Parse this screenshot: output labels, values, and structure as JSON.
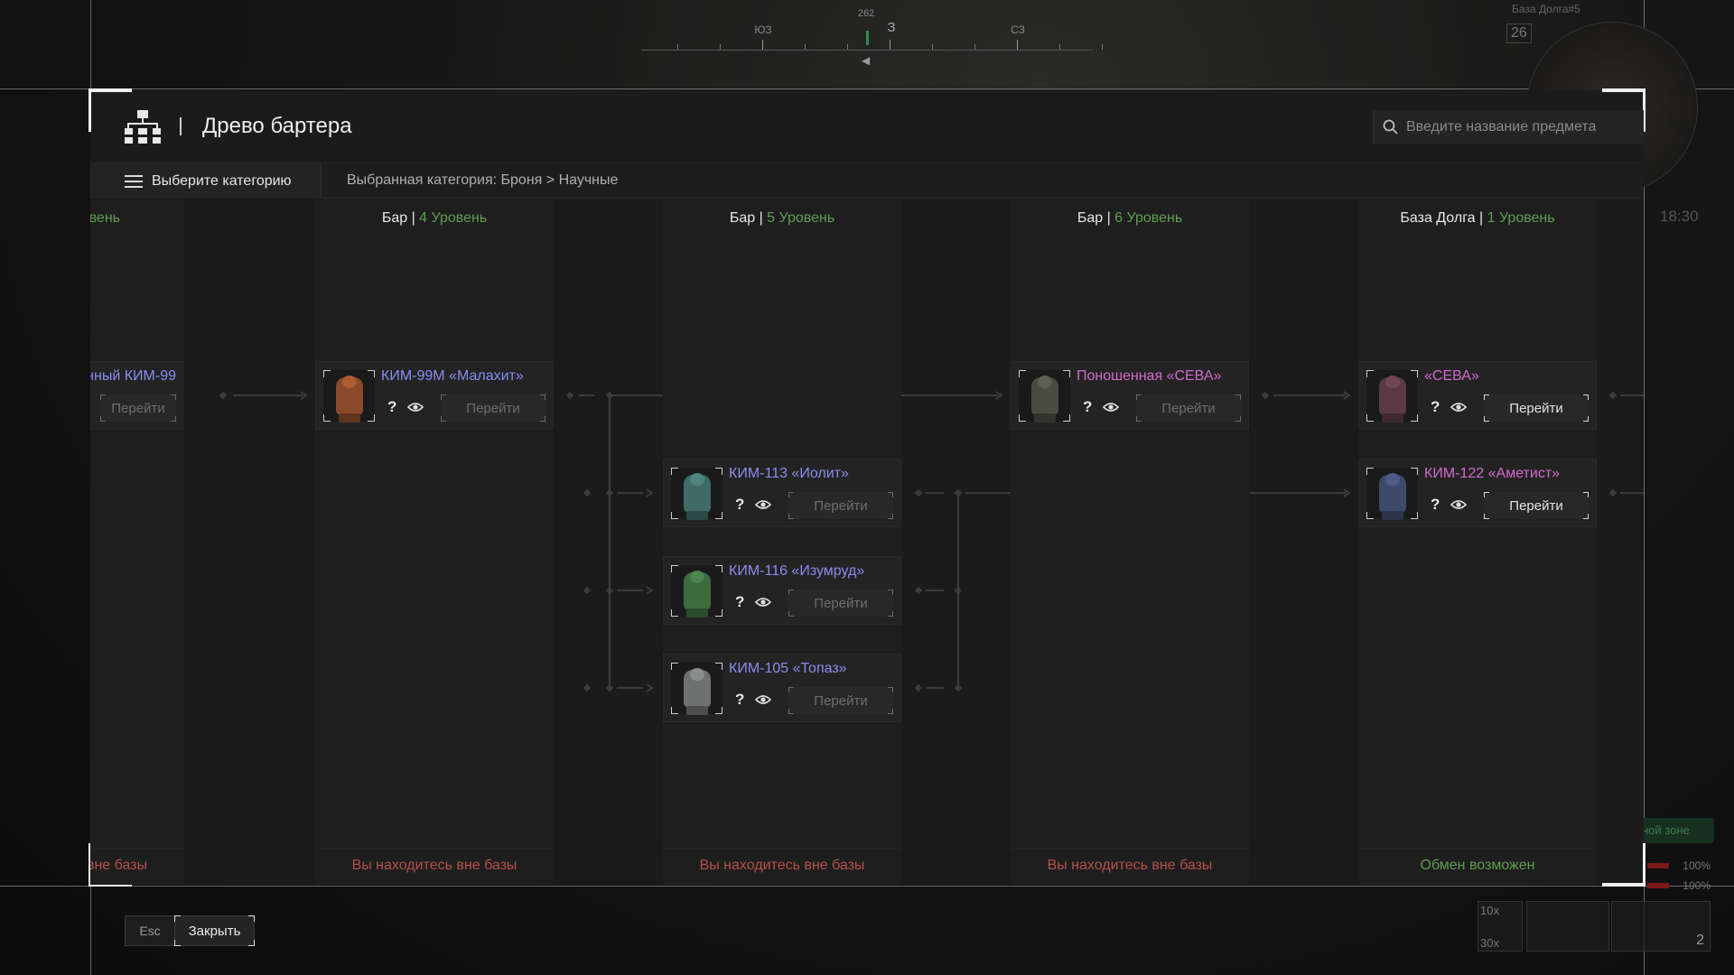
{
  "compass": {
    "heading": "262",
    "labels": [
      "ЮЗ",
      "З",
      "СЗ"
    ]
  },
  "hud": {
    "location": "База Долга#5",
    "counter": "26",
    "time": "18:30",
    "zone_text": "ной зоне",
    "bar1": "100%",
    "bar2": "100%",
    "slot1_top": "10x",
    "slot1_bottom": "30x",
    "slot3": "2"
  },
  "header": {
    "title": "Древо бартера",
    "search_placeholder": "Введите название предмета"
  },
  "category": {
    "button_label": "Выберите категорию",
    "path": "Выбранная категория: Броня > Научные"
  },
  "columns": [
    {
      "location": "",
      "level": "Уровень",
      "footer": "ь вне базы",
      "footer_ok": false
    },
    {
      "location": "Бар",
      "level": "4 Уровень",
      "footer": "Вы находитесь вне базы",
      "footer_ok": false
    },
    {
      "location": "Бар",
      "level": "5 Уровень",
      "footer": "Вы находитесь вне базы",
      "footer_ok": false
    },
    {
      "location": "Бар",
      "level": "6 Уровень",
      "footer": "Вы находитесь вне базы",
      "footer_ok": false
    },
    {
      "location": "База Долга",
      "level": "1 Уровень",
      "footer": "Обмен возможен",
      "footer_ok": true
    }
  ],
  "items": [
    {
      "col": 0,
      "row": 0,
      "name": "нный КИМ-99...",
      "color": "blue",
      "suit_color": "#5a5a5a",
      "go_label": "Перейти",
      "go_active": false,
      "show_icons": false
    },
    {
      "col": 1,
      "row": 0,
      "name": "КИМ-99М «Малахит»",
      "color": "blue",
      "suit_color": "#8a4a2a",
      "go_label": "Перейти",
      "go_active": false,
      "show_icons": true
    },
    {
      "col": 2,
      "row": 1,
      "name": "КИМ-113 «Иолит»",
      "color": "blue",
      "suit_color": "#3f6a66",
      "go_label": "Перейти",
      "go_active": false,
      "show_icons": true
    },
    {
      "col": 2,
      "row": 2,
      "name": "КИМ-116 «Изумруд»",
      "color": "blue",
      "suit_color": "#3e6a40",
      "go_label": "Перейти",
      "go_active": false,
      "show_icons": true
    },
    {
      "col": 2,
      "row": 3,
      "name": "КИМ-105 «Топаз»",
      "color": "blue",
      "suit_color": "#6f7070",
      "go_label": "Перейти",
      "go_active": false,
      "show_icons": true
    },
    {
      "col": 3,
      "row": 0,
      "name": "Поношенная «СЕВА»",
      "color": "pink",
      "suit_color": "#4a4c42",
      "go_label": "Перейти",
      "go_active": false,
      "show_icons": true
    },
    {
      "col": 4,
      "row": 0,
      "name": "«СЕВА»",
      "color": "pink",
      "suit_color": "#5a3a42",
      "go_label": "Перейти",
      "go_active": true,
      "show_icons": true
    },
    {
      "col": 4,
      "row": 1,
      "name": "КИМ-122 «Аметист»",
      "color": "pink",
      "suit_color": "#3e4a6a",
      "go_label": "Перейти",
      "go_active": true,
      "show_icons": true
    }
  ],
  "icons": {
    "help": "?",
    "eye": "eye-icon",
    "search": "search-icon",
    "tree": "tree-icon",
    "menu": "menu-icon"
  },
  "bottom": {
    "esc_key": "Esc",
    "close_label": "Закрыть"
  }
}
